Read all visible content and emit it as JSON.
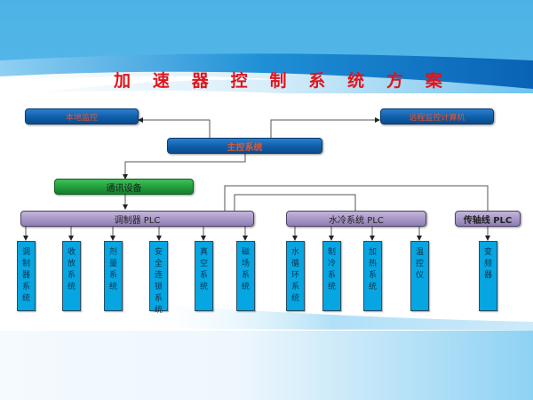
{
  "title": "加速器控制系统方案",
  "title_chars": [
    "加",
    "速",
    "器",
    "控",
    "制",
    "系",
    "统",
    "方",
    "案"
  ],
  "colors": {
    "title": "#e0141c",
    "top_node": "#0f5ea9",
    "top_node_text": "#e8552b",
    "comm_node": "#1f9a3a",
    "plc_node": "#a696c6",
    "leaf_node": "#05a6e2",
    "connector": "#555555"
  },
  "nodes": {
    "local_monitor": "本地监控",
    "remote_computer": "远程监控计算机",
    "main_control": "主控系统",
    "communication": "通讯设备",
    "modulator_plc": "调制器 PLC",
    "water_cooling_plc": "水冷系统 PLC",
    "transmission_plc": "传轴线 PLC"
  },
  "leaves": [
    {
      "label": "调制器系统",
      "parent": "modulator_plc"
    },
    {
      "label": "收放系统",
      "parent": "modulator_plc"
    },
    {
      "label": "剂量系统",
      "parent": "modulator_plc"
    },
    {
      "label": "安全连锁系统",
      "parent": "modulator_plc"
    },
    {
      "label": "真空系统",
      "parent": "modulator_plc"
    },
    {
      "label": "磁场系统",
      "parent": "modulator_plc"
    },
    {
      "label": "水循环系统",
      "parent": "water_cooling_plc"
    },
    {
      "label": "制冷系统",
      "parent": "water_cooling_plc"
    },
    {
      "label": "加热系统",
      "parent": "water_cooling_plc"
    },
    {
      "label": "温控仪",
      "parent": "water_cooling_plc"
    },
    {
      "label": "变频器",
      "parent": "transmission_plc"
    }
  ],
  "edges": [
    {
      "from": "main_control",
      "to": "local_monitor"
    },
    {
      "from": "main_control",
      "to": "remote_computer"
    },
    {
      "from": "main_control",
      "to": "communication"
    },
    {
      "from": "communication",
      "to": "modulator_plc"
    },
    {
      "from": "modulator_plc",
      "to": "water_cooling_plc"
    },
    {
      "from": "modulator_plc",
      "to": "transmission_plc"
    }
  ]
}
